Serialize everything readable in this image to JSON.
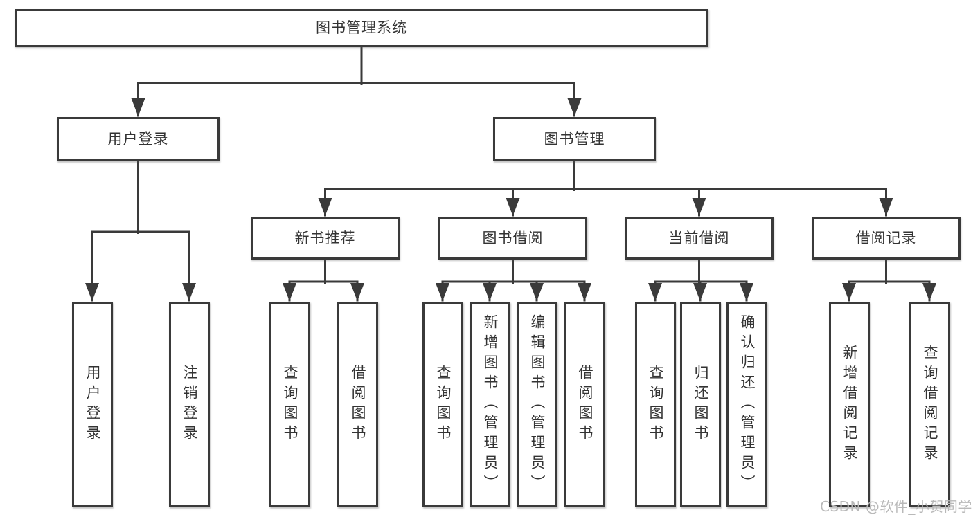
{
  "diagram": {
    "title": "图书管理系统",
    "tree": {
      "label": "图书管理系统",
      "children": [
        {
          "label": "用户登录",
          "children": [
            {
              "label": "用户登录"
            },
            {
              "label": "注销登录"
            }
          ]
        },
        {
          "label": "图书管理",
          "children": [
            {
              "label": "新书推荐",
              "children": [
                {
                  "label": "查询图书"
                },
                {
                  "label": "借阅图书"
                }
              ]
            },
            {
              "label": "图书借阅",
              "children": [
                {
                  "label": "查询图书"
                },
                {
                  "label": "新增图书（管理员）"
                },
                {
                  "label": "编辑图书（管理员）"
                },
                {
                  "label": "借阅图书"
                }
              ]
            },
            {
              "label": "当前借阅",
              "children": [
                {
                  "label": "查询图书"
                },
                {
                  "label": "归还图书"
                },
                {
                  "label": "确认归还（管理员）"
                }
              ]
            },
            {
              "label": "借阅记录",
              "children": [
                {
                  "label": "新增借阅记录"
                },
                {
                  "label": "查询借阅记录"
                }
              ]
            }
          ]
        }
      ]
    },
    "colors": {
      "line": "#3a3a3a",
      "text": "#333333",
      "watermark": "#b9b9b9",
      "background": "#ffffff"
    }
  },
  "watermark": {
    "text": "CSDN @软件_小贺同学"
  }
}
